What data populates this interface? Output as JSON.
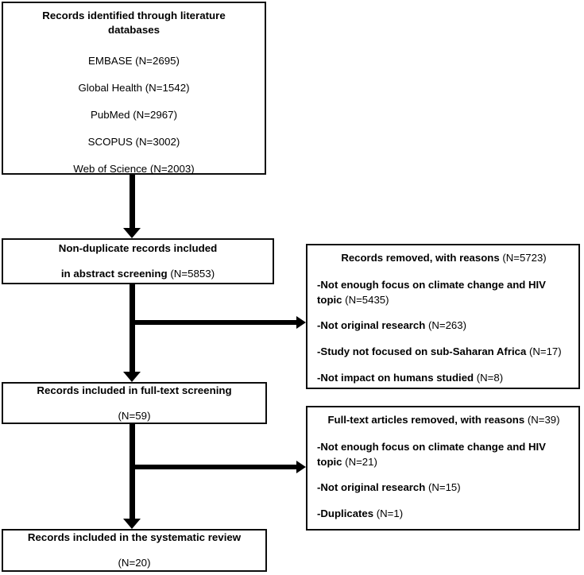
{
  "diagram": {
    "title": "PRISMA flow diagram",
    "type": "flowchart",
    "stroke_color": "#0d0d0d",
    "background_color": "#ffffff"
  },
  "identification": {
    "header": "Records identified through literature databases",
    "databases": [
      "EMBASE (N=2695)",
      "Global Health (N=1542)",
      "PubMed (N=2967)",
      "SCOPUS (N=3002)",
      "Web of Science (N=2003)"
    ]
  },
  "screening": {
    "nonduplicate": {
      "line1": "Non-duplicate records included",
      "line2_label": "in abstract screening ",
      "line2_count": "(N=5853)"
    },
    "fulltext": {
      "line1": "Records included in full-text screening",
      "line2": "(N=59)"
    }
  },
  "included": {
    "line1": "Records included in the systematic review",
    "line2": "(N=20)"
  },
  "excluded_abstract": {
    "title_label": "Records removed, with reasons ",
    "title_count": "(N=5723)",
    "reasons": [
      {
        "label": "-Not enough focus on climate change and HIV topic ",
        "count": "(N=5435)"
      },
      {
        "label": "-Not original research ",
        "count": "(N=263)"
      },
      {
        "label": "-Study not focused on sub-Saharan Africa ",
        "count": "(N=17)"
      },
      {
        "label": "-Not impact on humans studied ",
        "count": "(N=8)"
      }
    ]
  },
  "excluded_fulltext": {
    "title_label": "Full-text articles removed, with reasons ",
    "title_count": "(N=39)",
    "reasons": [
      {
        "label": "-Not enough focus on climate change and HIV topic ",
        "count": "(N=21)"
      },
      {
        "label": "-Not original research ",
        "count": "(N=15)"
      },
      {
        "label": "-Duplicates ",
        "count": "(N=1)"
      }
    ]
  },
  "connectors": [
    {
      "name": "identification-to-nonduplicate",
      "direction": "down"
    },
    {
      "name": "nonduplicate-to-fulltext",
      "direction": "down"
    },
    {
      "name": "nonduplicate-to-excluded",
      "direction": "right"
    },
    {
      "name": "fulltext-to-included",
      "direction": "down"
    },
    {
      "name": "fulltext-to-excluded",
      "direction": "right"
    }
  ]
}
